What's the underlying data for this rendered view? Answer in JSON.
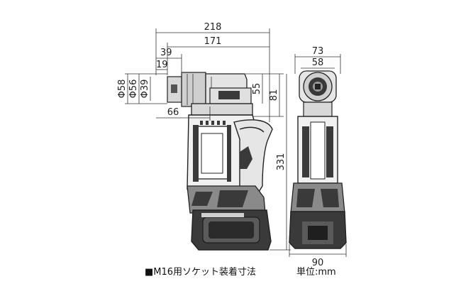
{
  "dimensions": {
    "overall_length": "218",
    "body_length": "171",
    "socket_length": "39",
    "socket_tip_length": "19",
    "socket_dia_outer": "Φ58",
    "socket_dia_mid": "Φ56",
    "socket_dia_inner": "Φ39",
    "nose_height": "55",
    "head_height": "81",
    "center_offset": "66",
    "total_height": "331",
    "side_width_top": "73",
    "side_width_head": "58",
    "side_width_base": "90"
  },
  "caption": "■M16用ソケット装着寸法",
  "units": "単位:mm",
  "colors": {
    "outline": "#222222",
    "dark_fill": "#3a3a3a",
    "mid_fill": "#8a8a8a",
    "light_fill": "#d4d4d4"
  }
}
